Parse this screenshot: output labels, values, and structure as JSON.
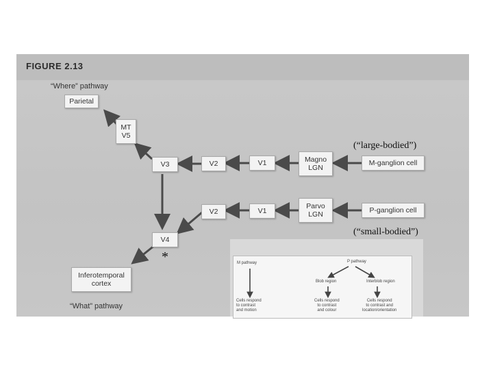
{
  "figure": {
    "title": "FIGURE 2.13",
    "where_pathway": "“Where” pathway",
    "what_pathway": "“What” pathway"
  },
  "nodes": {
    "parietal": "Parietal",
    "mt_v5": "MT\nV5",
    "v3": "V3",
    "v2_top": "V2",
    "v1_top": "V1",
    "magno_lgn": "Magno\nLGN",
    "m_ganglion": "M-ganglion cell",
    "v2_bottom": "V2",
    "v1_bottom": "V1",
    "parvo_lgn": "Parvo\nLGN",
    "p_ganglion": "P-ganglion cell",
    "v4": "V4",
    "inferotemporal": "Inferotemporal\ncortex"
  },
  "annotations": {
    "large_bodied": "(“large-bodied”)",
    "small_bodied": "(“small-bodied”)",
    "asterisk": "*"
  },
  "inset": {
    "m_pathway": "M pathway",
    "p_pathway": "P pathway",
    "blob_region": "Blob region",
    "interblob_region": "Interblob region",
    "m_response": "Cells respond\nto contrast\nand motion",
    "blob_response": "Cells respond\nto contrast\nand colour",
    "interblob_response": "Cells respond\nto contrast and\nlocation/orientation"
  }
}
